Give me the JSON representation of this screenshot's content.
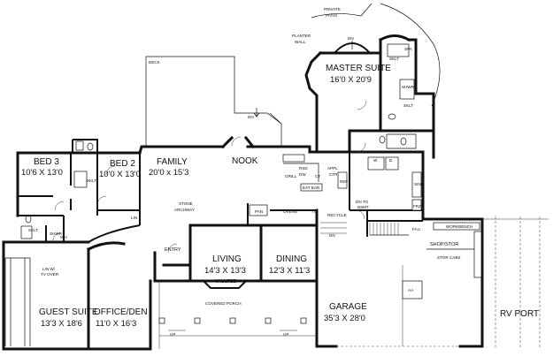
{
  "rooms": {
    "master_suite": {
      "name": "MASTER SUITE",
      "dim": "16'0 X 20'9"
    },
    "bed3": {
      "name": "BED 3",
      "dim": "10'6 X 13'0"
    },
    "bed2": {
      "name": "BED 2",
      "dim": "10'0 X 13'0"
    },
    "family": {
      "name": "FAMILY",
      "dim": "20'0 x 15'3"
    },
    "nook": {
      "name": "NOOK"
    },
    "living": {
      "name": "LIVING",
      "dim": "14'3 X 13'3",
      "note": "VAULTED"
    },
    "dining": {
      "name": "DINING",
      "dim": "12'3 X 11'3"
    },
    "entry": {
      "name": "ENTRY"
    },
    "guest_suite": {
      "name": "GUEST SUITE",
      "dim": "13'3 X 18'6"
    },
    "office_den": {
      "name": "OFFICE/DEN",
      "dim": "11'0 X 16'3"
    },
    "garage": {
      "name": "GARAGE",
      "dim": "35'3 X 28'0"
    },
    "rv_port": {
      "name": "RV PORT"
    },
    "shop_stor": {
      "name": "SHOP/STOR"
    }
  },
  "labels": {
    "private_patio_1": "PRIVATE",
    "private_patio_2": "PATIO",
    "planter_1": "PLANTER",
    "planter_2": "WALL",
    "deck": "DECK",
    "dn": "DN",
    "spa": "SPA",
    "sklt": "SKLT",
    "shwr": "SHWR",
    "rsd": "RSD",
    "dw": "DW",
    "grill": "GRILL",
    "ct": "CT",
    "appl_1": "APPL",
    "appl_2": "CTR",
    "eat_bar": "EAT BAR",
    "ref": "REF",
    "w": "W",
    "d": "D",
    "sink": "SINK",
    "frz": "FRZ",
    "fau": "FAU",
    "workbench": "WORKBENCH",
    "stor_cabs": "STOR CABS",
    "stone_1": "STONE",
    "stone_2": "ARCHWAY",
    "lin": "LIN",
    "wh": "WH",
    "pan": "PAN",
    "ovens": "OVENS",
    "tc": "TC",
    "recycle": "RECYCLE",
    "dn_to_1": "DN TO",
    "dn_to_2": "BSMT",
    "lin_w_1": "LIN W/",
    "lin_w_2": "TV OVER",
    "covered_porch": "COVERED PORCH",
    "up": "UP",
    "aa": "AA"
  }
}
